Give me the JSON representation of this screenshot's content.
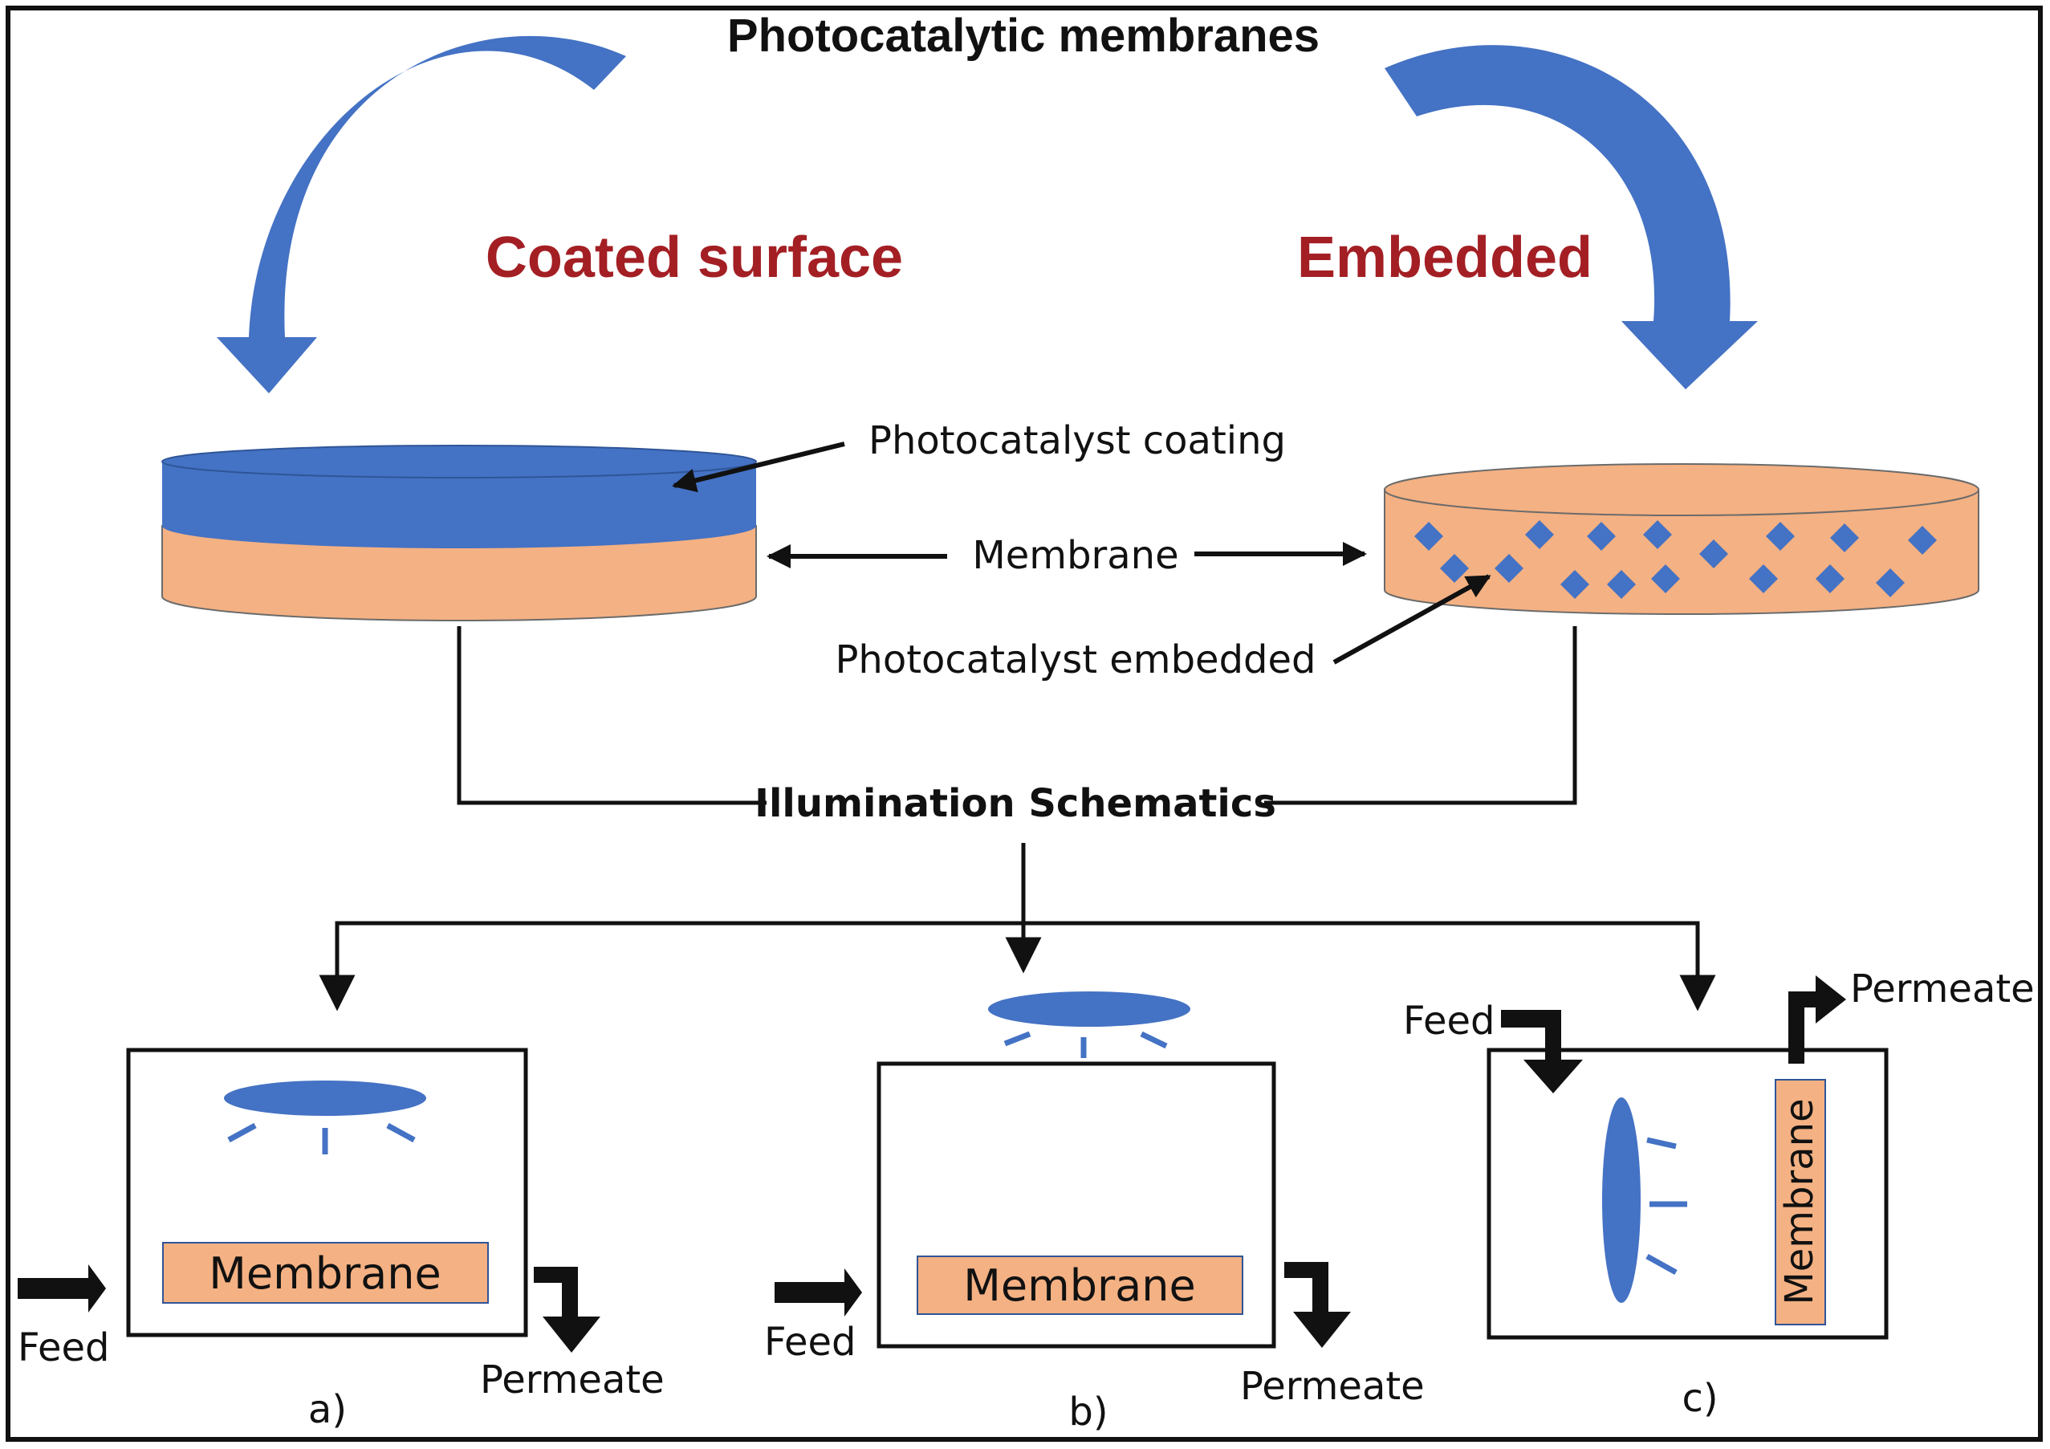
{
  "title": "Photocatalytic membranes",
  "categories": {
    "coated": "Coated surface",
    "embedded": "Embedded"
  },
  "labels": {
    "photocatalyst_coating": "Photocatalyst coating",
    "membrane": "Membrane",
    "photocatalyst_embedded": "Photocatalyst embedded",
    "illumination": "Illumination Schematics"
  },
  "panels": {
    "a": {
      "caption": "a)",
      "membrane": "Membrane",
      "feed": "Feed",
      "permeate": "Permeate"
    },
    "b": {
      "caption": "b)",
      "membrane": "Membrane",
      "feed": "Feed",
      "permeate": "Permeate"
    },
    "c": {
      "caption": "c)",
      "membrane": "Membrane",
      "feed": "Feed",
      "permeate": "Permeate"
    }
  },
  "colors": {
    "blue": "#4472c4",
    "membrane": "#f4b183",
    "red_text": "#a31f24",
    "line": "#111111"
  }
}
